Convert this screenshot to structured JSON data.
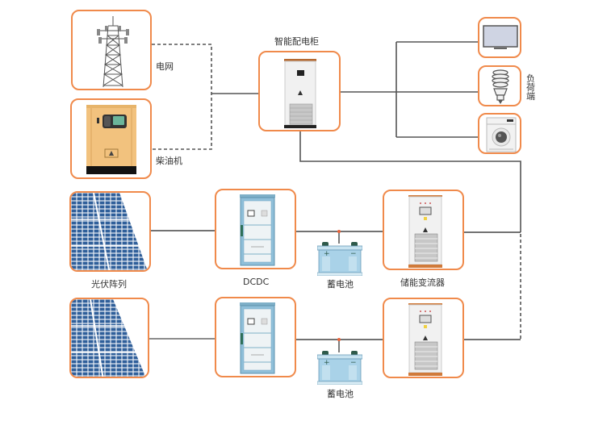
{
  "diagram": {
    "title": "光储柴微电网系统架构",
    "colors": {
      "box_border": "#f08a4b",
      "wire": "#555555",
      "junction": "#e8633a",
      "solar": "#2f5f9a",
      "dcdc_cabinet": "#8fbfd9",
      "battery": "#a9d2e8",
      "generator": "#f2c27e"
    },
    "sources": {
      "grid": {
        "label": "电网",
        "icon": "power-tower-icon"
      },
      "diesel": {
        "label": "柴油机",
        "icon": "diesel-generator-icon"
      }
    },
    "distribution_cabinet": {
      "label": "智能配电柜",
      "icon": "distribution-cabinet-icon"
    },
    "loads": {
      "label": "负荷端",
      "items": [
        {
          "name": "tv",
          "icon": "tv-icon"
        },
        {
          "name": "bulb",
          "icon": "light-bulb-icon"
        },
        {
          "name": "washer",
          "icon": "washing-machine-icon"
        }
      ]
    },
    "rows": [
      {
        "pv_label": "光伏阵列",
        "dcdc_label": "DCDC",
        "battery_label": "蓄电池",
        "pcs_label": "储能变流器"
      },
      {
        "pv_label": "",
        "dcdc_label": "",
        "battery_label": "蓄电池",
        "pcs_label": ""
      }
    ],
    "battery_symbols": {
      "plus": "+",
      "minus": "−"
    }
  }
}
